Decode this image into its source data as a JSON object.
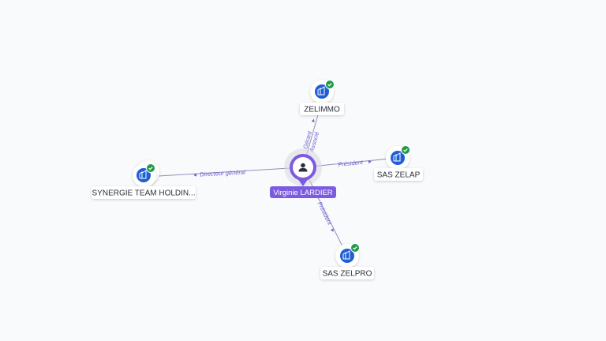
{
  "colors": {
    "background": "#f9fafc",
    "edge": "#8f8fb8",
    "edge_label": "#6b5fcf",
    "company_icon": "#1f5fd6",
    "check_badge": "#1f9a4a",
    "person_accent": "#7b5ce0"
  },
  "person": {
    "name": "Virginie LARDIER",
    "icon": "person-icon"
  },
  "companies": [
    {
      "id": "zelimmo",
      "name": "ZELIMMO",
      "icon": "building-icon",
      "verified": true
    },
    {
      "id": "sas-zelap",
      "name": "SAS ZELAP",
      "icon": "building-icon",
      "verified": true
    },
    {
      "id": "sas-zelpro",
      "name": "SAS ZELPRO",
      "icon": "building-icon",
      "verified": true
    },
    {
      "id": "synergie",
      "name": "SYNERGIE TEAM HOLDIN...",
      "icon": "building-icon",
      "verified": true
    }
  ],
  "relations": [
    {
      "to": "zelimmo",
      "labels": [
        "Gérant",
        "Associé"
      ]
    },
    {
      "to": "sas-zelap",
      "labels": [
        "Président"
      ]
    },
    {
      "to": "sas-zelpro",
      "labels": [
        "Président"
      ]
    },
    {
      "to": "synergie",
      "labels": [
        "Directeur général"
      ]
    }
  ]
}
